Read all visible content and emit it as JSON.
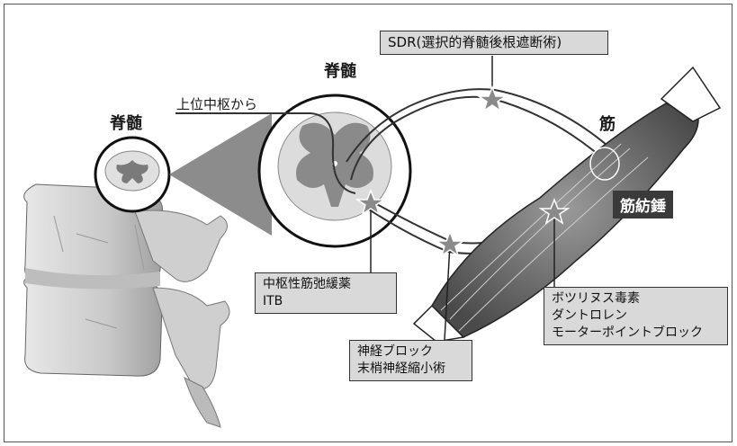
{
  "labels": {
    "spinal_cord_left": "脊髄",
    "spinal_cord_center": "脊髄",
    "from_upper_center": "上位中枢から",
    "muscle": "筋",
    "muscle_spindle": "筋紡錘"
  },
  "boxes": {
    "sdr": "SDR(選択的脊髄後根遮断術)",
    "central_muscle_relaxant": [
      "中枢性筋弛緩薬",
      "ITB"
    ],
    "nerve_block": [
      "神経ブロック",
      "末梢神経縮小術"
    ],
    "botulinum": [
      "ボツリヌス毒素",
      "ダントロレン",
      "モーターポイントブロック"
    ]
  },
  "colors": {
    "star": "#8a8a8a",
    "cord": "#a8a8a8",
    "muscle": "#6f6f6f"
  }
}
